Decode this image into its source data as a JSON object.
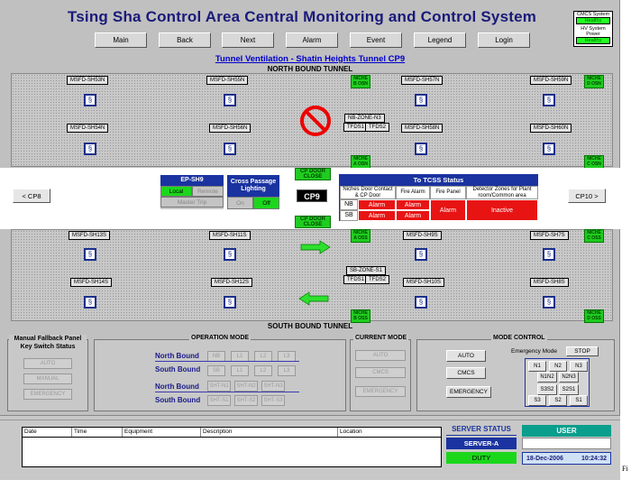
{
  "app": {
    "title": "Tsing Sha Control Area Central Monitoring and Control System",
    "subtitle": "Tunnel Ventilation - Shatin Heights Tunnel  CP9"
  },
  "legend": {
    "line1": "CMCS System",
    "line1_status": "Healthy",
    "line2": "HV System Power",
    "line2_status": "Healthy"
  },
  "nav": [
    "Main",
    "Back",
    "Next",
    "Alarm",
    "Event",
    "Legend",
    "Login"
  ],
  "north": {
    "label": "NORTH BOUND TUNNEL",
    "top_fans": [
      "MSFD-SH53N",
      "MSFD-SH55N",
      "MSFD-SH57N",
      "MSFD-SH59N"
    ],
    "bottom_fans": [
      "MSFD-SH54N",
      "MSFD-SH56N",
      "MSFD-SH58N",
      "MSFD-SH60N"
    ],
    "niche_a": "NICHE B OSN",
    "niche_b": "NICHE D OSN",
    "niche_c": "NICHE A OSN",
    "niche_d": "NICHE C OSN",
    "zone": "NB-ZONE-N3",
    "tfds1": "TFDS1",
    "tfds2": "TFDS2",
    "nosign": "no-entry-icon"
  },
  "south": {
    "label": "SOUTH BOUND TUNNEL",
    "top_fans": [
      "MSFD-SH13S",
      "MSFD-SH11S",
      "MSFD-SH9S",
      "MSFD-SH7S"
    ],
    "bottom_fans": [
      "MSFD-SH14S",
      "MSFD-SH12S",
      "MSFD-SH10S",
      "MSFD-SH8S"
    ],
    "niche_a": "NICHE A OSS",
    "niche_b": "NICHE C OSS",
    "niche_c": "NICHE B OSS",
    "niche_d": "NICHE D OSS",
    "zone": "SB-ZONE-S1",
    "tfds1": "TFDS1",
    "tfds2": "TFDS2"
  },
  "mid": {
    "cp_prev": "< CP8",
    "cp_next": "CP10 >",
    "cp_label": "CP9",
    "cp_door_top": "CP DOOR CLOSE",
    "cp_door_bottom": "CP DOOR CLOSE",
    "ep_title": "EP-SH9",
    "ep_local": "Local",
    "ep_remote": "Remote",
    "ep_master": "Master Trip",
    "cp_light_title": "Cross Passage Lighting",
    "cp_on": "On",
    "cp_off": "Off",
    "tcss_title": "To TCSS Status",
    "h_niche": "Niches Door Contact & CP Door",
    "h_fire_alarm": "Fire Alarm",
    "h_fire_panel": "Fire Panel",
    "h_detector": "Detector Zones for Plant room/Common area",
    "nb": "NB",
    "sb": "SB",
    "alarm": "Alarm",
    "inactive": "Inactive"
  },
  "fallback": {
    "title": "Manual Fallback Panel Key Switch Status",
    "auto": "AUTO",
    "manual": "MANUAL",
    "emergency": "EMERGENCY"
  },
  "opmode": {
    "title": "OPERATION MODE",
    "north": "North Bound",
    "south": "South Bound",
    "nb_btns": [
      "NB",
      "L1",
      "L2",
      "L3"
    ],
    "sb_btns": [
      "SB",
      "L1",
      "L2",
      "L3"
    ],
    "nbh_btns": [
      "SHT-N1",
      "SHT-N2",
      "SHT-N3"
    ],
    "sbh_btns": [
      "SHT-S1",
      "SHT-S2",
      "SHT-S3"
    ]
  },
  "curmode": {
    "title": "CURRENT MODE",
    "auto": "AUTO",
    "cmcs": "CMCS",
    "emergency": "EMERGENCY"
  },
  "modectl": {
    "title": "MODE CONTROL",
    "auto": "AUTO",
    "cmcs": "CMCS",
    "emergency": "EMERGENCY",
    "em_label": "Emergency Mode",
    "stop": "STOP",
    "row1": [
      "N1",
      "N2",
      "N3"
    ],
    "row2": [
      "N1N2",
      "N2N3"
    ],
    "row3": [
      "S3S2",
      "S2S1"
    ],
    "row4": [
      "S3",
      "S2",
      "S1"
    ]
  },
  "events": {
    "cols": [
      "Date",
      "Time",
      "Equipment",
      "Description",
      "Location"
    ]
  },
  "server": {
    "title": "SERVER STATUS",
    "name": "SERVER-A",
    "state": "DUTY"
  },
  "user": {
    "title": "USER",
    "date": "18-Dec-2006",
    "time": "10:24:32"
  },
  "fig": "Fi"
}
